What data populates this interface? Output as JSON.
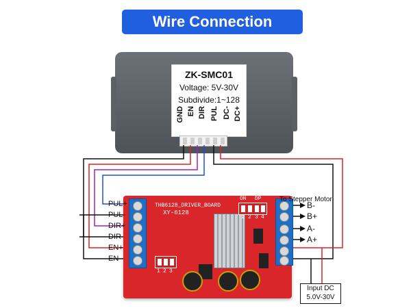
{
  "banner": {
    "title": "Wire Connection",
    "color": "#1f5fe0"
  },
  "module": {
    "model": "ZK-SMC01",
    "voltage": "Voltage: 5V-30V",
    "subdivide": "Subdivide:1~128",
    "pins": [
      "GND",
      "EN",
      "DIR",
      "PUL",
      "DC-",
      "DC+"
    ]
  },
  "driver": {
    "board_name": "THB6128_DRIVER_BOARD",
    "model": "XY-6128",
    "dip_labels": {
      "on": "ON",
      "dp": "DP",
      "nums": [
        "1",
        "2",
        "3",
        "4"
      ]
    },
    "dip_small": [
      "1",
      "2",
      "3"
    ],
    "left_pins": [
      "PUL+",
      "PUL-",
      "DIR+",
      "DIR-",
      "EN+",
      "EN-"
    ],
    "motor_title": "To Stepper Motor",
    "motor_pins": [
      "B-",
      "B+",
      "A-",
      "A+"
    ],
    "input": {
      "line1": "Input DC",
      "line2": "5.0V-30V"
    }
  },
  "colors": {
    "pcb": "#d8262b",
    "terminal": "#1d6fc8",
    "wire_red": "#e02020",
    "wire_purple": "#a020c0",
    "wire_blue": "#2050d0",
    "wire_black": "#111111"
  }
}
